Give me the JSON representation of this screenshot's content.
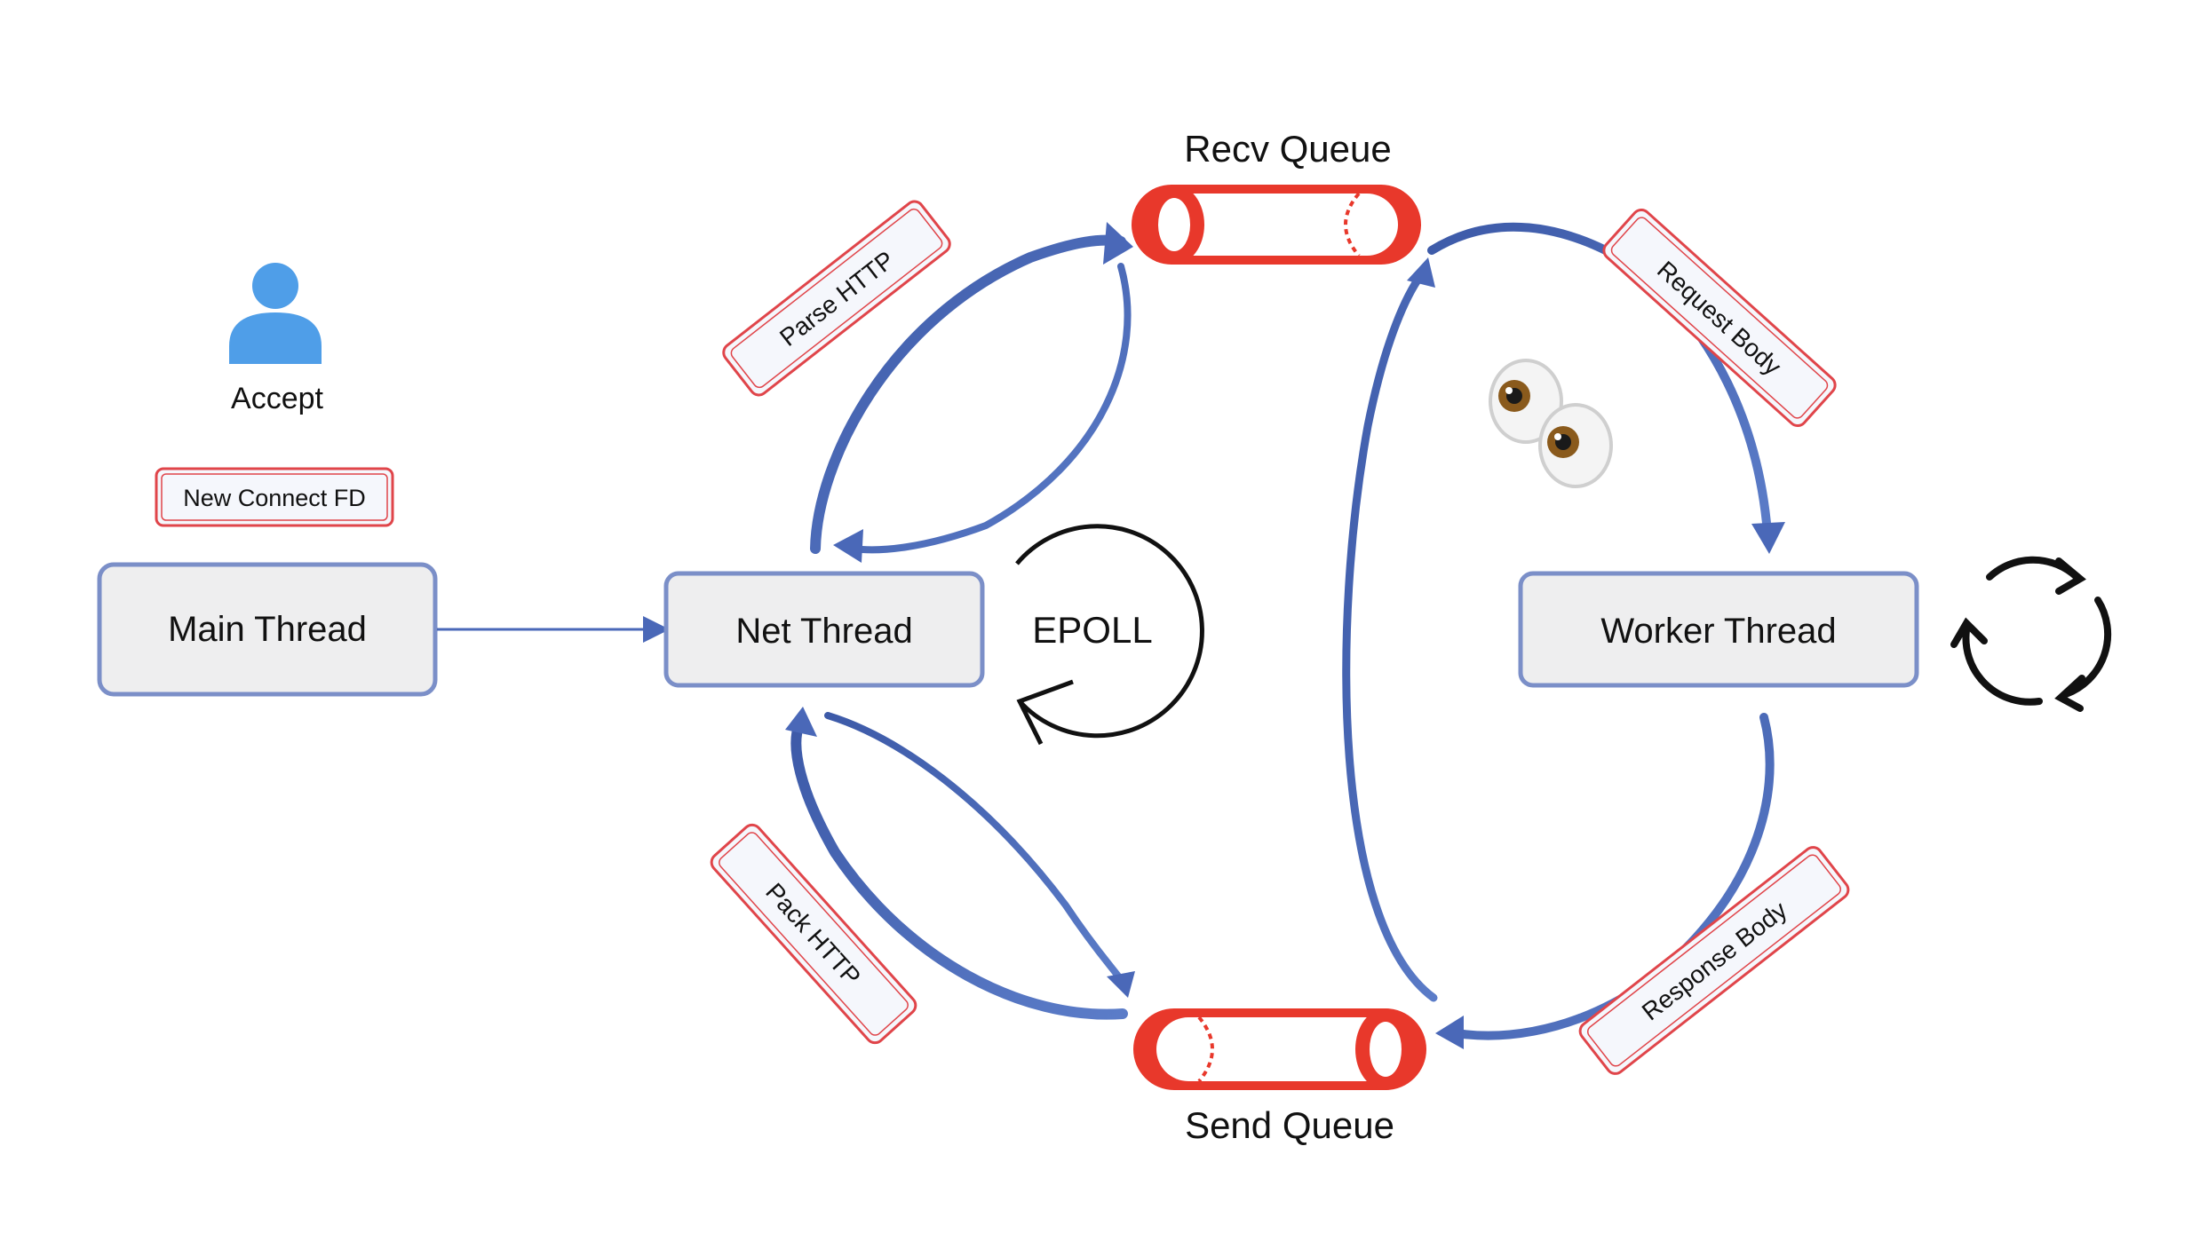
{
  "nodes": {
    "main_thread": "Main Thread",
    "net_thread": "Net Thread",
    "worker_thread": "Worker Thread"
  },
  "queues": {
    "recv": "Recv Queue",
    "send": "Send Queue"
  },
  "labels": {
    "accept": "Accept",
    "new_connect_fd": "New Connect FD",
    "epoll": "EPOLL",
    "parse_http": "Parse HTTP",
    "pack_http": "Pack HTTP",
    "request_body": "Request Body",
    "response_body": "Response Body"
  },
  "icons": {
    "user": "user-icon",
    "eyes": "eyes-icon",
    "cycle": "refresh-cycle-icon",
    "epoll_loop": "loop-arrow-icon"
  },
  "colors": {
    "node_fill": "#eeeeef",
    "node_border": "#7b8fc8",
    "arrow": "#4a68b8",
    "queue_red": "#e8382b",
    "tag_border": "#e0454a",
    "tag_fill": "#f5f7fc",
    "user_blue": "#4f9ee8"
  }
}
